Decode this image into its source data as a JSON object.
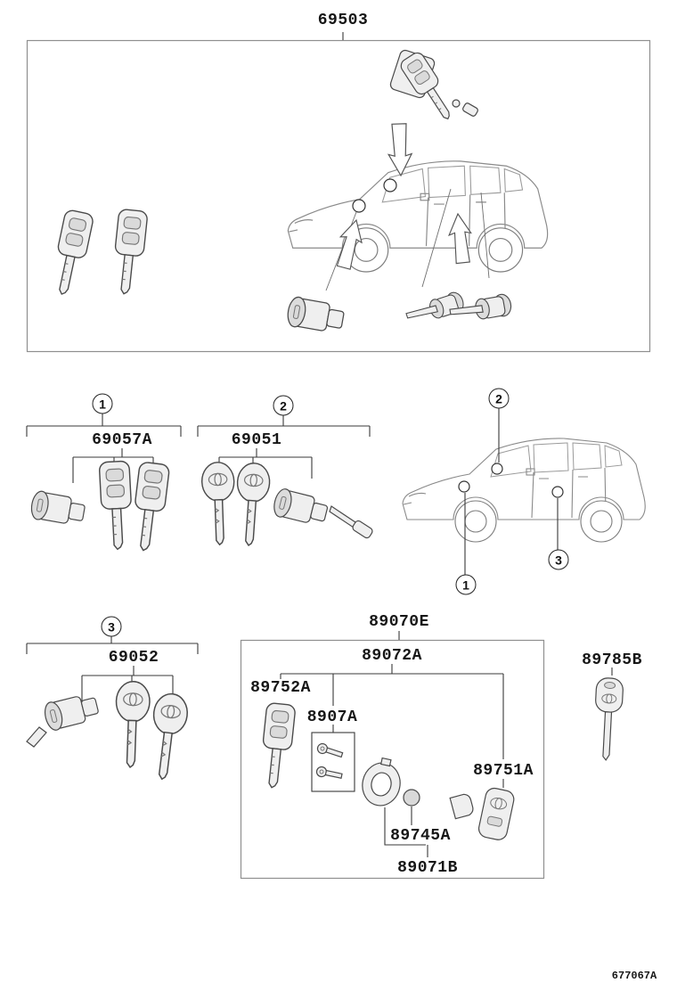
{
  "doc": {
    "footer_code": "677067A"
  },
  "main_assembly": {
    "part_no": "69503"
  },
  "groups": {
    "g1": {
      "callout": "1",
      "part_no": "69057A"
    },
    "g2": {
      "callout": "2",
      "part_no": "69051"
    },
    "g3": {
      "callout": "3",
      "part_no": "69052"
    }
  },
  "car_markers": {
    "roof": "2",
    "front_door": "1",
    "rear_door": "3"
  },
  "transmitter_set": {
    "assembly": "89070E",
    "sub_assembly": "89072A",
    "master_key": "89752A",
    "key_blank": "8907A",
    "battery": "89745A",
    "module": "89071B",
    "transmitter": "89751A"
  },
  "blank_key": {
    "part_no": "89785B"
  }
}
